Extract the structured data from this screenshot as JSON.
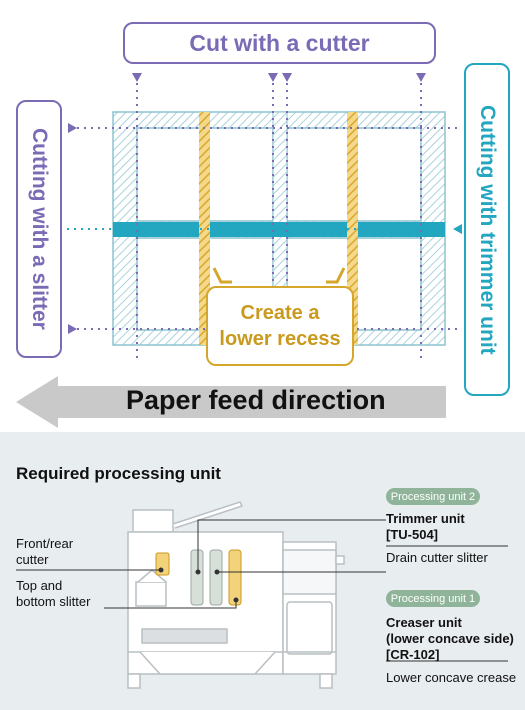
{
  "labels": {
    "cut_with_cutter": "Cut with a cutter",
    "cutting_with_slitter": "Cutting with a slitter",
    "cutting_with_trimmer": "Cutting with trimmer unit",
    "create_recess_line1": "Create a",
    "create_recess_line2": "lower recess",
    "paper_feed": "Paper feed direction"
  },
  "lower": {
    "title": "Required processing unit",
    "front_rear_line1": "Front/rear",
    "front_rear_line2": "cutter",
    "top_bottom_line1": "Top and",
    "top_bottom_line2": "bottom slitter",
    "unit2_badge": "Processing unit 2",
    "trimmer_line1": "Trimmer unit",
    "trimmer_line2": "[TU-504]",
    "drain_cutter": "Drain cutter slitter",
    "unit1_badge": "Processing unit 1",
    "creaser_line1": "Creaser unit",
    "creaser_line2": "(lower concave side)",
    "creaser_line3": "[CR-102]",
    "lower_concave": "Lower concave crease"
  },
  "colors": {
    "purple": "#7b6bb5",
    "cyan": "#23a6c0",
    "gold": "#e0b43a",
    "badge_green": "#8fb49a",
    "lower_bg": "#e8edf0"
  },
  "icons": {
    "arrow": "left-arrow-icon",
    "markers": "triangle-marker-icon"
  }
}
